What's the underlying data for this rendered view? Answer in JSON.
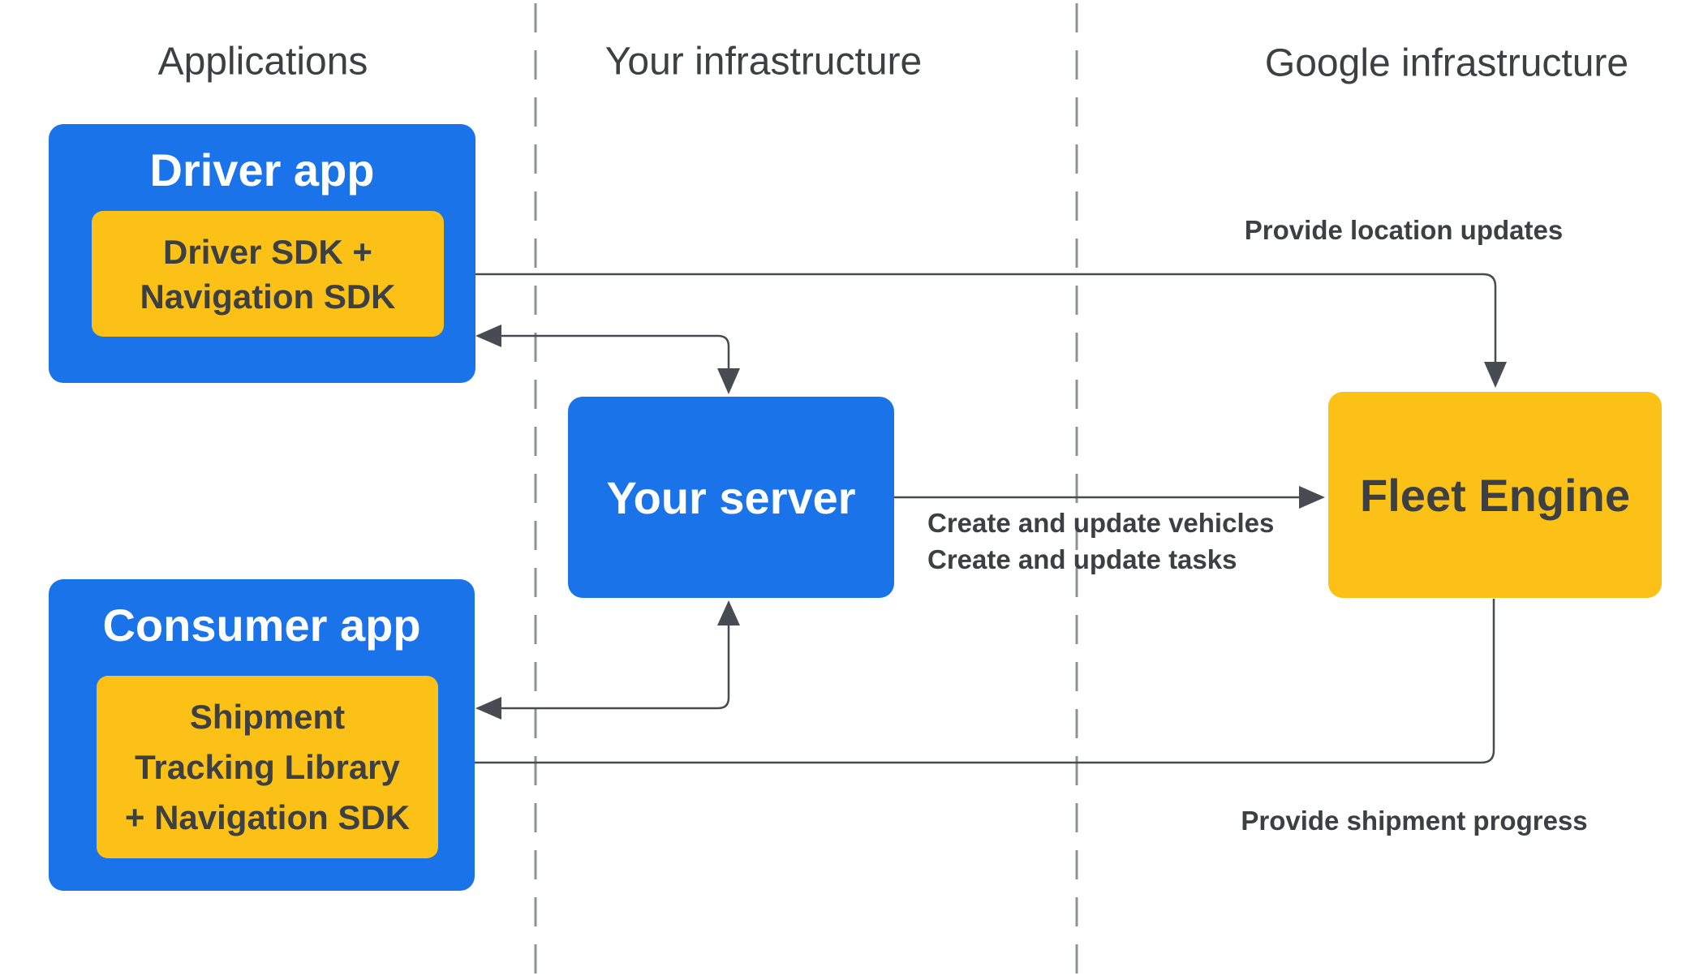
{
  "columns": {
    "applications": "Applications",
    "your_infrastructure": "Your infrastructure",
    "google_infrastructure": "Google infrastructure"
  },
  "nodes": {
    "driver_app": {
      "title": "Driver app",
      "sdk_line1": "Driver SDK +",
      "sdk_line2": "Navigation SDK"
    },
    "consumer_app": {
      "title": "Consumer app",
      "lib_line1": "Shipment",
      "lib_line2": "Tracking Library",
      "lib_line3": "+ Navigation SDK"
    },
    "your_server": {
      "title": "Your server"
    },
    "fleet_engine": {
      "title": "Fleet Engine"
    }
  },
  "labels": {
    "provide_location": "Provide location updates",
    "create_vehicles": "Create and update vehicles",
    "create_tasks": "Create and update tasks",
    "provide_shipment": "Provide shipment progress"
  },
  "colors": {
    "blue": "#1A73E8",
    "yellow": "#FBC116",
    "arrow_stroke": "#474B52",
    "dashed_divider": "#8D9297",
    "text_dark": "#3C4043"
  }
}
